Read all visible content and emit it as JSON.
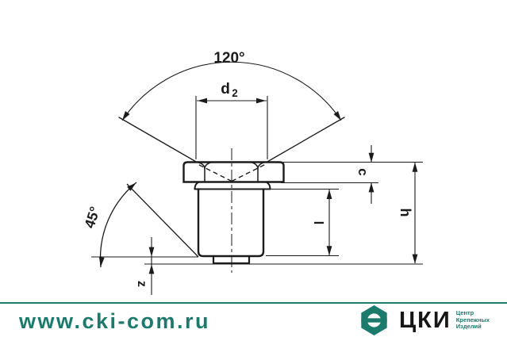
{
  "drawing": {
    "labels": {
      "cone_angle": "120°",
      "d2_main": "d",
      "d2_sub": "2",
      "chamfer_angle": "45°",
      "dim_c": "c",
      "dim_l": "l",
      "dim_h": "h",
      "dim_z": "z"
    }
  },
  "footer": {
    "website": "www.cki-com.ru",
    "logo_text": "ЦКИ",
    "tagline_lines": [
      "Центр",
      "Крепежных",
      "Изделий"
    ],
    "accent_color": "#1c7a6c",
    "ink_color": "#1b1b1b"
  }
}
